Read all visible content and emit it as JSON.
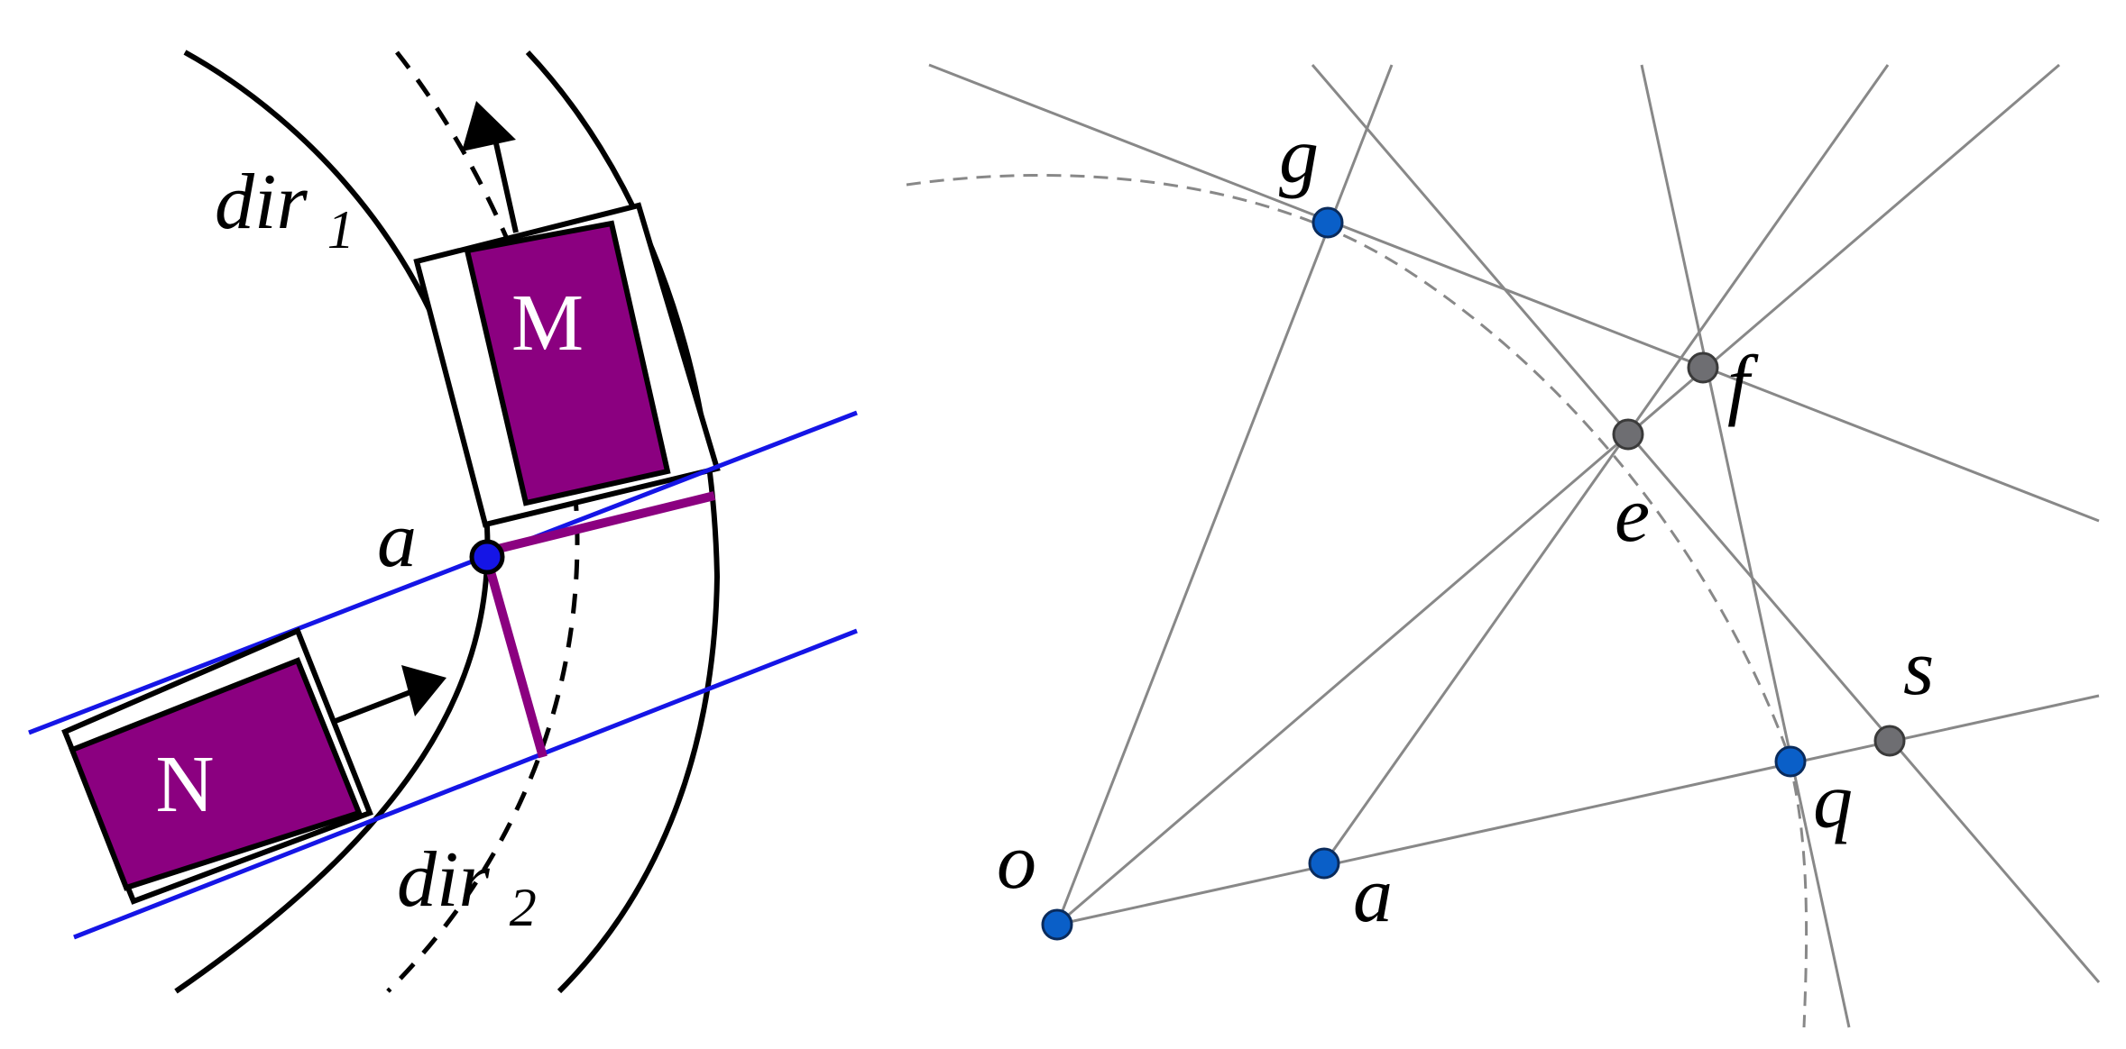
{
  "colors": {
    "block_fill": "#8B0080",
    "blue_line": "#1515E6",
    "blue_point": "#0A5FC8",
    "grey_point": "#6E6E72",
    "grey_line": "#888888",
    "black": "#000000"
  },
  "left_panel": {
    "label_dir1_main": "dir",
    "label_dir1_sub": "1",
    "label_dir2_main": "dir",
    "label_dir2_sub": "2",
    "label_a": "a",
    "block_M": "M",
    "block_N": "N"
  },
  "right_panel": {
    "labels": {
      "g": "g",
      "f": "f",
      "e": "e",
      "s": "s",
      "q": "q",
      "o": "o",
      "a": "a"
    }
  }
}
